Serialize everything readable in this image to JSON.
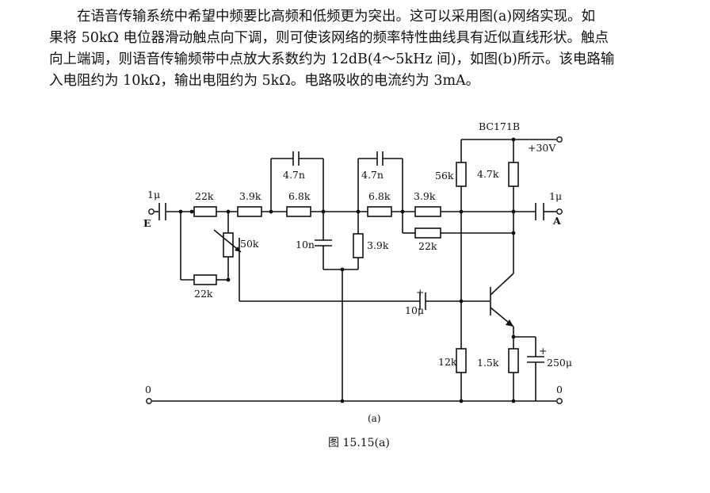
{
  "text": {
    "lines": [
      "在语音传输系统中希望中频要比高频和低频更为突出。这可以采用图(a)网络实现。如",
      "果将 50kΩ 电位器滑动触点向下调，则可使该网络的频率特性曲线具有近似直线形状。触点",
      "向上端调，则语音传输频带中点放大系数约为 12dB(4～5kHz 间)，如图(b)所示。该电路输",
      "入电阻约为 10kΩ，输出电阻约为 5kΩ。电路吸收的电流约为 3mA。"
    ]
  },
  "circuit": {
    "transistor": "BC171B",
    "supply": "+30V",
    "in_cap": "1μ",
    "out_cap": "1μ",
    "in_terminal": "E",
    "out_terminal": "A",
    "r_in_top": "22k",
    "r_in_bottom": "22k",
    "r_39_left": "3.9k",
    "pot": "50k",
    "c_47_left": "4.7n",
    "c_47_right": "4.7n",
    "r_68_left": "6.8k",
    "r_68_right": "6.8k",
    "c_10n": "10n",
    "r_39_mid": "3.9k",
    "r_39_right": "3.9k",
    "r_fb": "22k",
    "r_56k": "56k",
    "r_47k": "4.7k",
    "c_10u": "10μ",
    "c_10u_plus": "+",
    "r_12k": "12k",
    "r_15k": "1.5k",
    "c_250u": "250μ",
    "c_250u_plus": "+",
    "gnd_left": "0",
    "gnd_right": "0"
  },
  "caption": {
    "sub": "(a)",
    "figure": "图 15.15(a)"
  }
}
